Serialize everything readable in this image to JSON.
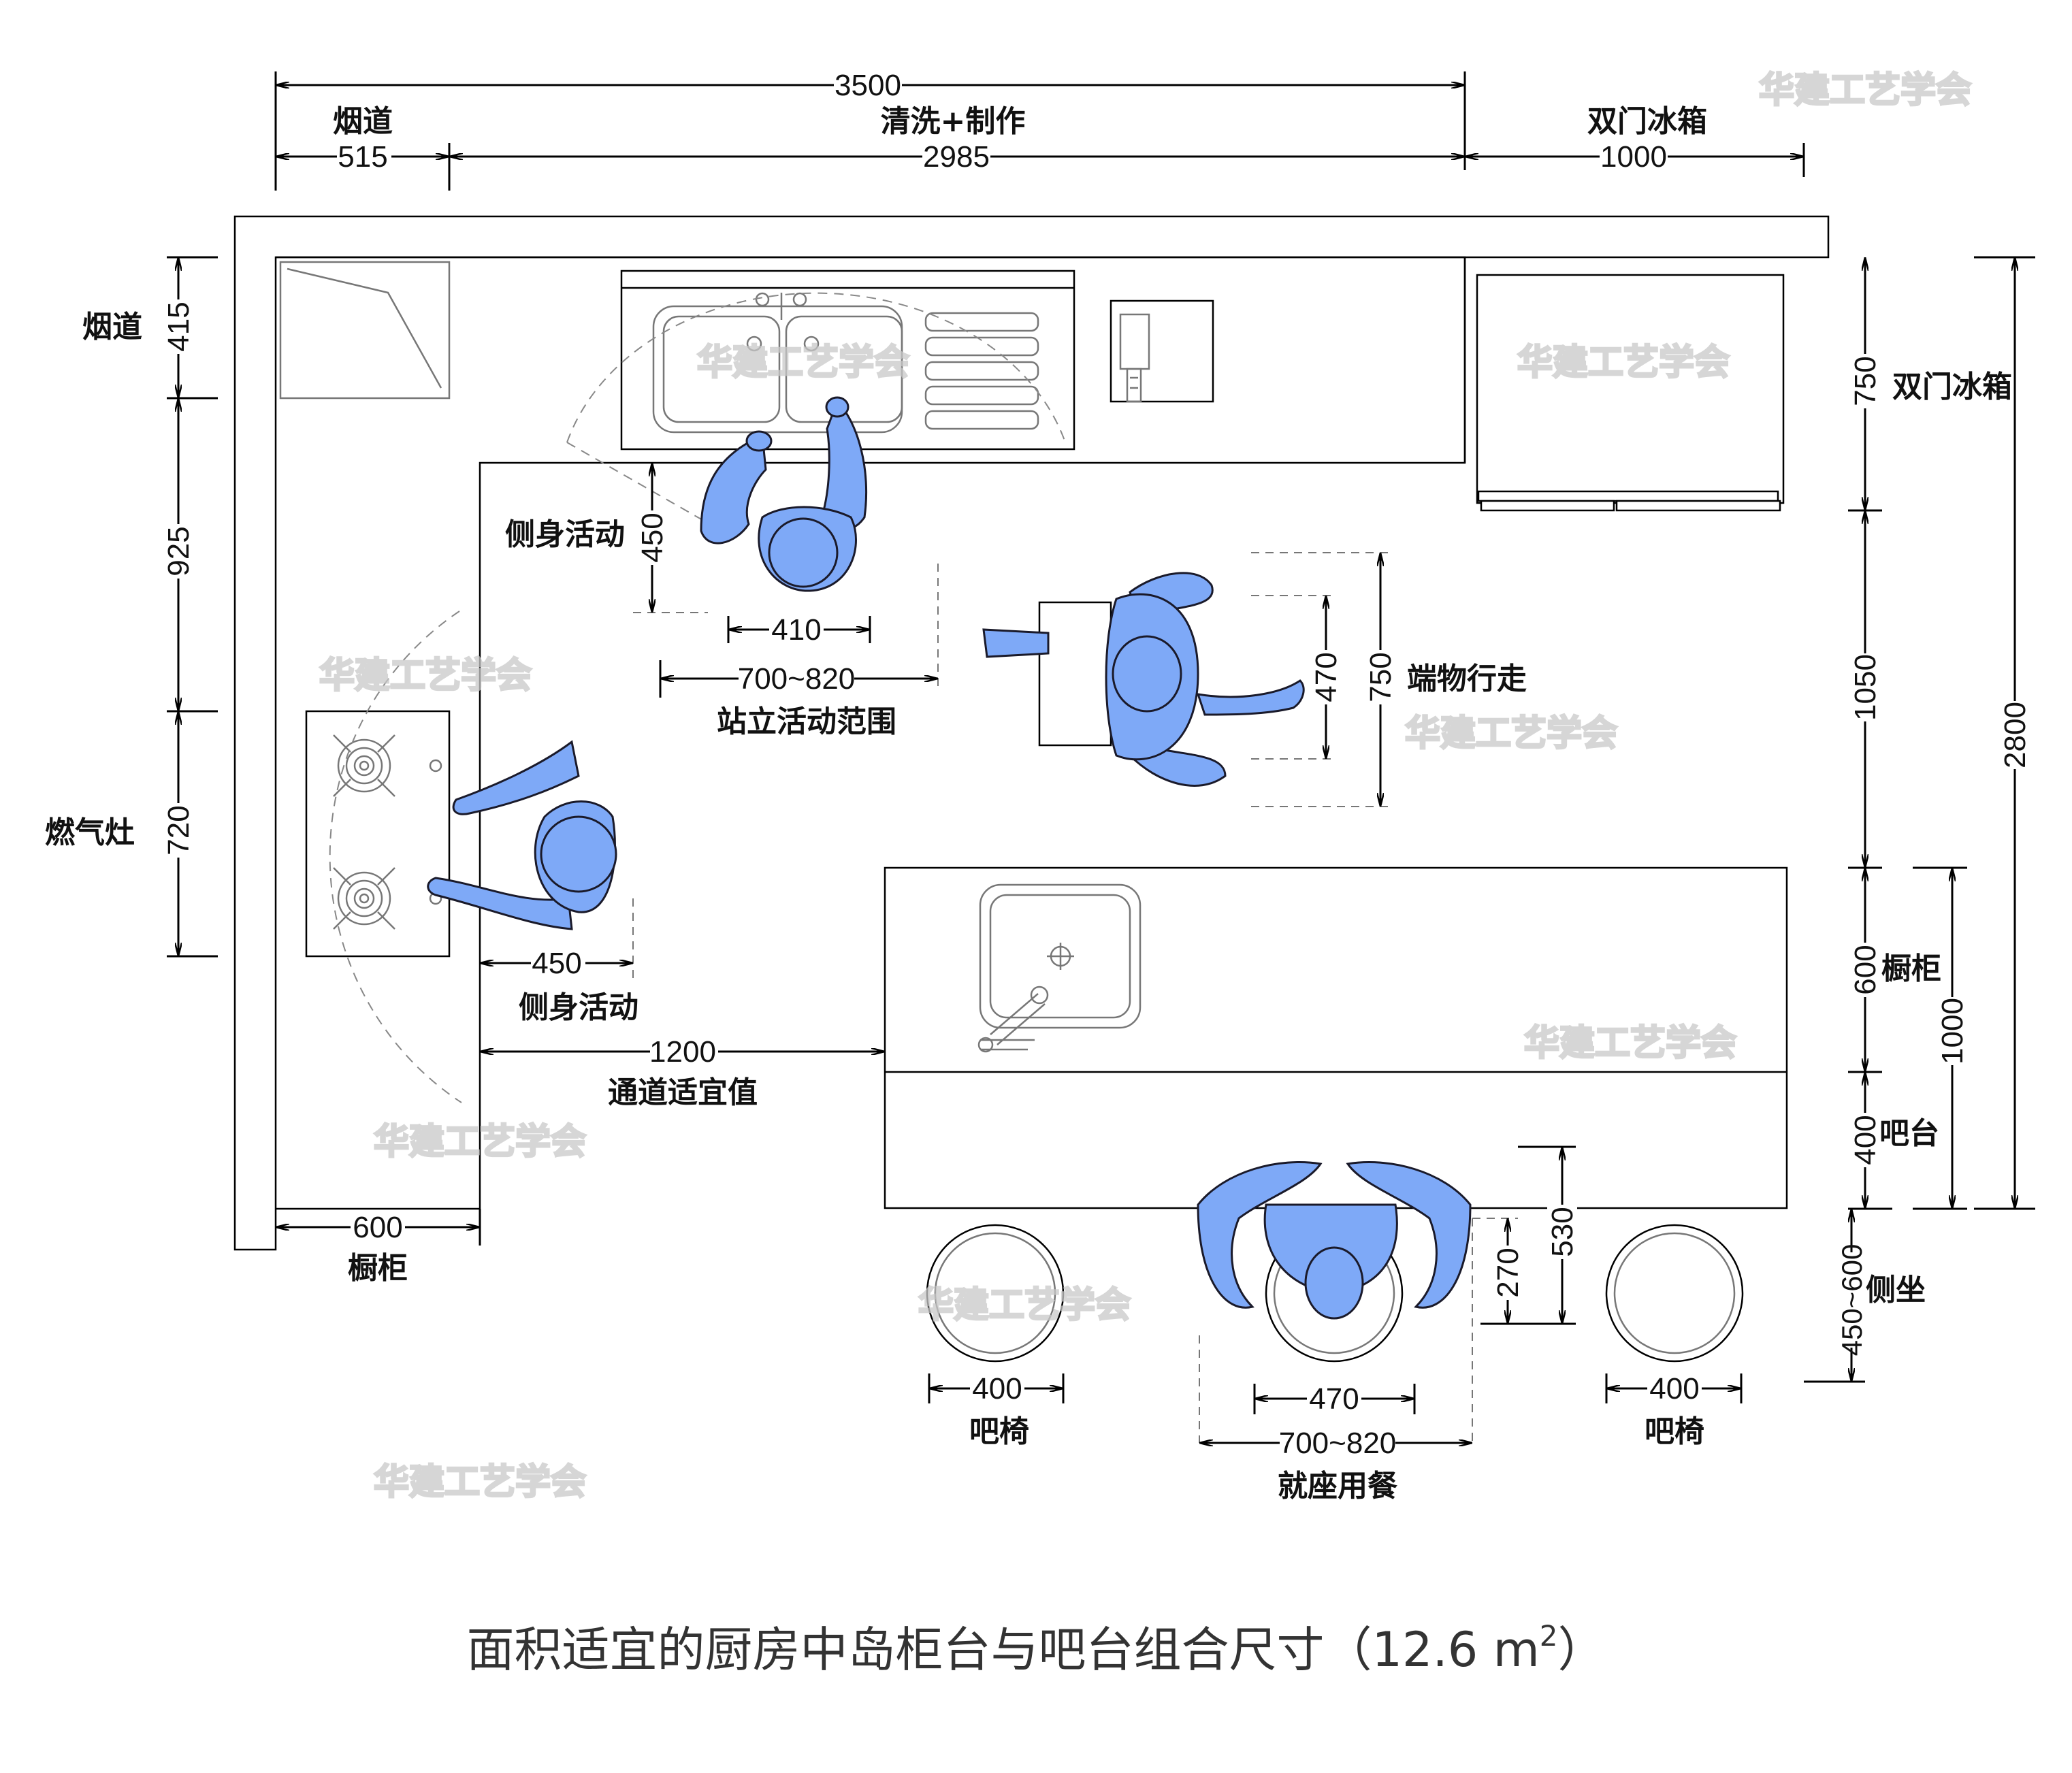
{
  "caption": "面积适宜的厨房中岛柜台与吧台组合尺寸（12.6 m",
  "caption_sup": "2",
  "caption_close": "）",
  "watermark": "华建工艺学会",
  "top_dims": {
    "total": "3500",
    "flue": "515",
    "wash": "2985",
    "fridge": "1000",
    "label_flue": "烟道",
    "label_wash": "清洗+制作",
    "label_fridge": "双门冰箱"
  },
  "left_dims": {
    "flue": "415",
    "gap": "925",
    "stove": "720",
    "label_flue": "烟道",
    "label_stove": "燃气灶"
  },
  "right_dims": {
    "fridge": "750",
    "aisle": "1050",
    "cabinet": "600",
    "bar": "400",
    "island": "1000",
    "total": "2800",
    "seat": "450~600",
    "label_fridge": "双门冰箱",
    "label_cabinet": "橱柜",
    "label_bar": "吧台",
    "label_seat": "侧坐"
  },
  "sink_zone": {
    "depth": "450",
    "label_side": "侧身活动",
    "width": "410",
    "range": "700~820",
    "label_range": "站立活动范围"
  },
  "stove_zone": {
    "width": "450",
    "label": "侧身活动"
  },
  "walk_zone": {
    "body": "470",
    "width": "750",
    "label": "端物行走"
  },
  "aisle": {
    "value": "1200",
    "label": "通道适宜值"
  },
  "left_cabinet": {
    "value": "600",
    "label": "橱柜"
  },
  "bar_zone": {
    "depth_a": "270",
    "depth_b": "530",
    "stool_left": "400",
    "stool_left_label": "吧椅",
    "stool_right": "400",
    "stool_right_label": "吧椅",
    "body": "470",
    "range": "700~820",
    "range_label": "就座用餐"
  }
}
